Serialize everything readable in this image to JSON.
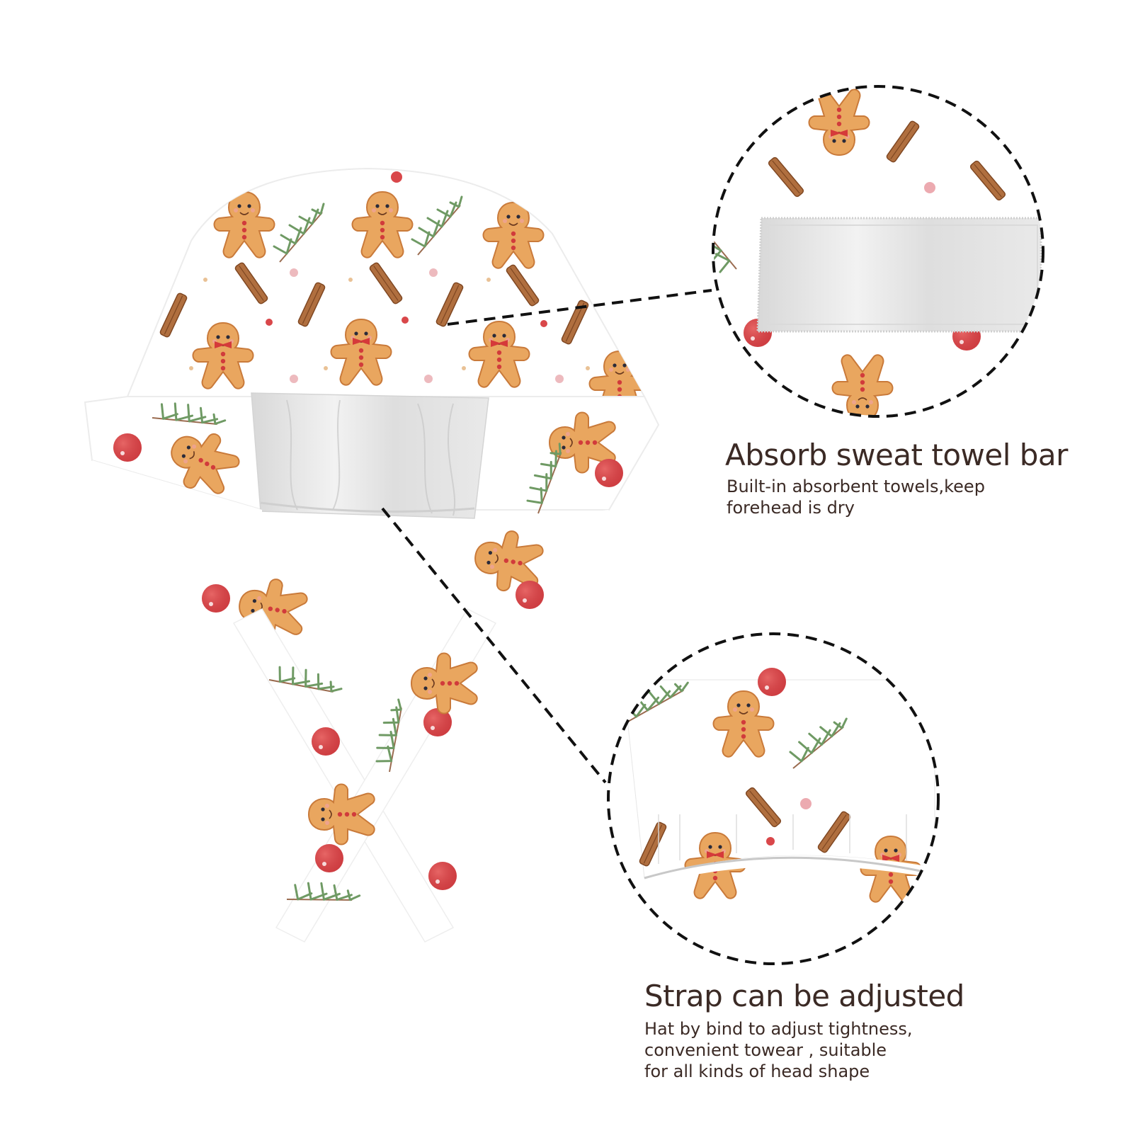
{
  "product": {
    "name": "Scrub cap with tie strap and sweatband",
    "pattern": "gingerbread men, pine branches, cinnamon sticks, red berries",
    "colors": {
      "fabric_bg": "#ffffff",
      "gingerbread": "#e9a65f",
      "gingerbread_shade": "#c97a3a",
      "berry": "#d9474a",
      "pine": "#6f9a64",
      "cinnamon": "#a8663a",
      "towel": "#e4e4e4",
      "text": "#3b2a25",
      "callout_line": "#000000"
    }
  },
  "callouts": [
    {
      "id": "sweat-towel",
      "title": "Absorb sweat towel bar",
      "description": "Built-in absorbent towels,keep\nforehead is dry",
      "detail_image": "towel-closeup"
    },
    {
      "id": "strap",
      "title": "Strap can be adjusted",
      "description": "Hat by bind to adjust tightness,\nconvenient towear , suitable\nfor all kinds of head shape",
      "detail_image": "elastic-back-closeup"
    }
  ]
}
